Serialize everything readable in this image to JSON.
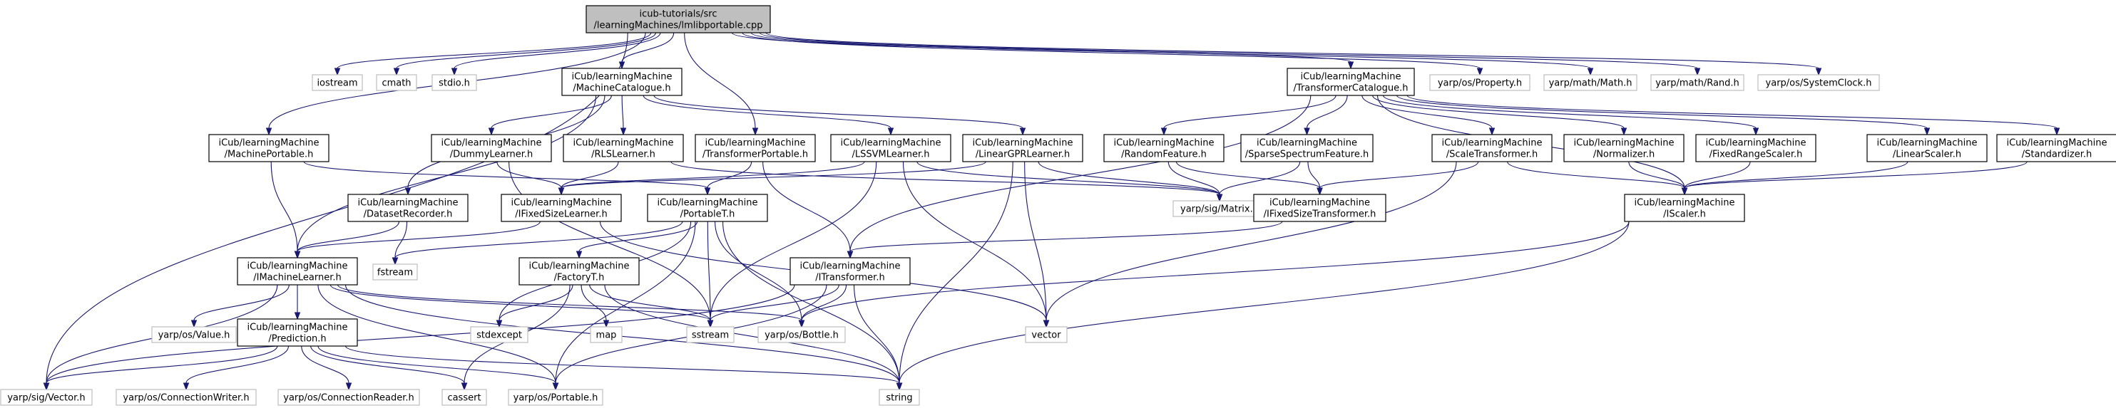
{
  "graph": {
    "nodes": [
      {
        "id": "root",
        "lines": [
          "icub-tutorials/src",
          "/learningMachines/lmlibportable.cpp"
        ],
        "kind": "root"
      },
      {
        "id": "iostream",
        "lines": [
          "iostream"
        ],
        "kind": "system"
      },
      {
        "id": "cmath",
        "lines": [
          "cmath"
        ],
        "kind": "system"
      },
      {
        "id": "stdioh",
        "lines": [
          "stdio.h"
        ],
        "kind": "system"
      },
      {
        "id": "machinecatalogue",
        "lines": [
          "iCub/learningMachine",
          "/MachineCatalogue.h"
        ],
        "kind": "local"
      },
      {
        "id": "transformercatalogue",
        "lines": [
          "iCub/learningMachine",
          "/TransformerCatalogue.h"
        ],
        "kind": "local"
      },
      {
        "id": "property",
        "lines": [
          "yarp/os/Property.h"
        ],
        "kind": "system"
      },
      {
        "id": "mathh",
        "lines": [
          "yarp/math/Math.h"
        ],
        "kind": "system"
      },
      {
        "id": "randh",
        "lines": [
          "yarp/math/Rand.h"
        ],
        "kind": "system"
      },
      {
        "id": "systemclock",
        "lines": [
          "yarp/os/SystemClock.h"
        ],
        "kind": "system"
      },
      {
        "id": "machineportable",
        "lines": [
          "iCub/learningMachine",
          "/MachinePortable.h"
        ],
        "kind": "local"
      },
      {
        "id": "dummylearner",
        "lines": [
          "iCub/learningMachine",
          "/DummyLearner.h"
        ],
        "kind": "local"
      },
      {
        "id": "rlslearner",
        "lines": [
          "iCub/learningMachine",
          "/RLSLearner.h"
        ],
        "kind": "local"
      },
      {
        "id": "transformerportable",
        "lines": [
          "iCub/learningMachine",
          "/TransformerPortable.h"
        ],
        "kind": "local"
      },
      {
        "id": "lssvmlearner",
        "lines": [
          "iCub/learningMachine",
          "/LSSVMLearner.h"
        ],
        "kind": "local"
      },
      {
        "id": "lineargprlearner",
        "lines": [
          "iCub/learningMachine",
          "/LinearGPRLearner.h"
        ],
        "kind": "local"
      },
      {
        "id": "randomfeature",
        "lines": [
          "iCub/learningMachine",
          "/RandomFeature.h"
        ],
        "kind": "local"
      },
      {
        "id": "sparsespectrum",
        "lines": [
          "iCub/learningMachine",
          "/SparseSpectrumFeature.h"
        ],
        "kind": "local"
      },
      {
        "id": "scaletransformer",
        "lines": [
          "iCub/learningMachine",
          "/ScaleTransformer.h"
        ],
        "kind": "local"
      },
      {
        "id": "normalizer",
        "lines": [
          "iCub/learningMachine",
          "/Normalizer.h"
        ],
        "kind": "local"
      },
      {
        "id": "fixedrangescaler",
        "lines": [
          "iCub/learningMachine",
          "/FixedRangeScaler.h"
        ],
        "kind": "local"
      },
      {
        "id": "linearscaler",
        "lines": [
          "iCub/learningMachine",
          "/LinearScaler.h"
        ],
        "kind": "local"
      },
      {
        "id": "standardizer",
        "lines": [
          "iCub/learningMachine",
          "/Standardizer.h"
        ],
        "kind": "local"
      },
      {
        "id": "datasetrecorder",
        "lines": [
          "iCub/learningMachine",
          "/DatasetRecorder.h"
        ],
        "kind": "local"
      },
      {
        "id": "ifixedsizelearner",
        "lines": [
          "iCub/learningMachine",
          "/IFixedSizeLearner.h"
        ],
        "kind": "local"
      },
      {
        "id": "portablet",
        "lines": [
          "iCub/learningMachine",
          "/PortableT.h"
        ],
        "kind": "local"
      },
      {
        "id": "matrixh",
        "lines": [
          "yarp/sig/Matrix.h"
        ],
        "kind": "system"
      },
      {
        "id": "ifixedsizetransformer",
        "lines": [
          "iCub/learningMachine",
          "/IFixedSizeTransformer.h"
        ],
        "kind": "local"
      },
      {
        "id": "iscaler",
        "lines": [
          "iCub/learningMachine",
          "/IScaler.h"
        ],
        "kind": "local"
      },
      {
        "id": "fstream",
        "lines": [
          "fstream"
        ],
        "kind": "system"
      },
      {
        "id": "imachinelearner",
        "lines": [
          "iCub/learningMachine",
          "/IMachineLearner.h"
        ],
        "kind": "local"
      },
      {
        "id": "factoryt",
        "lines": [
          "iCub/learningMachine",
          "/FactoryT.h"
        ],
        "kind": "local"
      },
      {
        "id": "itransformer",
        "lines": [
          "iCub/learningMachine",
          "/ITransformer.h"
        ],
        "kind": "local"
      },
      {
        "id": "valueh",
        "lines": [
          "yarp/os/Value.h"
        ],
        "kind": "system"
      },
      {
        "id": "stdexcept",
        "lines": [
          "stdexcept"
        ],
        "kind": "system"
      },
      {
        "id": "map",
        "lines": [
          "map"
        ],
        "kind": "system"
      },
      {
        "id": "sstream",
        "lines": [
          "sstream"
        ],
        "kind": "system"
      },
      {
        "id": "bottleh",
        "lines": [
          "yarp/os/Bottle.h"
        ],
        "kind": "system"
      },
      {
        "id": "vector",
        "lines": [
          "vector"
        ],
        "kind": "system"
      },
      {
        "id": "prediction",
        "lines": [
          "iCub/learningMachine",
          "/Prediction.h"
        ],
        "kind": "local"
      },
      {
        "id": "vectorh",
        "lines": [
          "yarp/sig/Vector.h"
        ],
        "kind": "system"
      },
      {
        "id": "connectionwriter",
        "lines": [
          "yarp/os/ConnectionWriter.h"
        ],
        "kind": "system"
      },
      {
        "id": "connectionreader",
        "lines": [
          "yarp/os/ConnectionReader.h"
        ],
        "kind": "system"
      },
      {
        "id": "cassert",
        "lines": [
          "cassert"
        ],
        "kind": "system"
      },
      {
        "id": "portableh",
        "lines": [
          "yarp/os/Portable.h"
        ],
        "kind": "system"
      },
      {
        "id": "string",
        "lines": [
          "string"
        ],
        "kind": "system"
      }
    ],
    "edges": [
      [
        "root",
        "iostream"
      ],
      [
        "root",
        "cmath"
      ],
      [
        "root",
        "stdioh"
      ],
      [
        "root",
        "machinecatalogue"
      ],
      [
        "root",
        "transformercatalogue"
      ],
      [
        "root",
        "property"
      ],
      [
        "root",
        "mathh"
      ],
      [
        "root",
        "randh"
      ],
      [
        "root",
        "systemclock"
      ],
      [
        "root",
        "machineportable"
      ],
      [
        "root",
        "transformerportable"
      ],
      [
        "root",
        "vectorh"
      ],
      [
        "machinecatalogue",
        "dummylearner"
      ],
      [
        "machinecatalogue",
        "rlslearner"
      ],
      [
        "machinecatalogue",
        "lssvmlearner"
      ],
      [
        "machinecatalogue",
        "lineargprlearner"
      ],
      [
        "machinecatalogue",
        "datasetrecorder"
      ],
      [
        "machinecatalogue",
        "imachinelearner"
      ],
      [
        "transformercatalogue",
        "randomfeature"
      ],
      [
        "transformercatalogue",
        "sparsespectrum"
      ],
      [
        "transformercatalogue",
        "scaletransformer"
      ],
      [
        "transformercatalogue",
        "normalizer"
      ],
      [
        "transformercatalogue",
        "fixedrangescaler"
      ],
      [
        "transformercatalogue",
        "linearscaler"
      ],
      [
        "transformercatalogue",
        "standardizer"
      ],
      [
        "transformercatalogue",
        "iscaler"
      ],
      [
        "transformercatalogue",
        "itransformer"
      ],
      [
        "machineportable",
        "imachinelearner"
      ],
      [
        "machineportable",
        "portablet"
      ],
      [
        "dummylearner",
        "ifixedsizelearner"
      ],
      [
        "dummylearner",
        "sstream"
      ],
      [
        "rlslearner",
        "ifixedsizelearner"
      ],
      [
        "rlslearner",
        "matrixh"
      ],
      [
        "transformerportable",
        "portablet"
      ],
      [
        "transformerportable",
        "itransformer"
      ],
      [
        "lssvmlearner",
        "ifixedsizelearner"
      ],
      [
        "lssvmlearner",
        "vector"
      ],
      [
        "lssvmlearner",
        "matrixh"
      ],
      [
        "lssvmlearner",
        "sstream"
      ],
      [
        "lineargprlearner",
        "ifixedsizelearner"
      ],
      [
        "lineargprlearner",
        "matrixh"
      ],
      [
        "lineargprlearner",
        "vector"
      ],
      [
        "lineargprlearner",
        "string"
      ],
      [
        "randomfeature",
        "ifixedsizetransformer"
      ],
      [
        "randomfeature",
        "matrixh"
      ],
      [
        "sparsespectrum",
        "ifixedsizetransformer"
      ],
      [
        "sparsespectrum",
        "matrixh"
      ],
      [
        "scaletransformer",
        "ifixedsizetransformer"
      ],
      [
        "scaletransformer",
        "iscaler"
      ],
      [
        "scaletransformer",
        "vector"
      ],
      [
        "normalizer",
        "iscaler"
      ],
      [
        "fixedrangescaler",
        "iscaler"
      ],
      [
        "linearscaler",
        "iscaler"
      ],
      [
        "standardizer",
        "iscaler"
      ],
      [
        "datasetrecorder",
        "imachinelearner"
      ],
      [
        "datasetrecorder",
        "fstream"
      ],
      [
        "ifixedsizelearner",
        "imachinelearner"
      ],
      [
        "ifixedsizelearner",
        "vector"
      ],
      [
        "portablet",
        "factoryt"
      ],
      [
        "portablet",
        "fstream"
      ],
      [
        "portablet",
        "sstream"
      ],
      [
        "portablet",
        "bottleh"
      ],
      [
        "portablet",
        "portableh"
      ],
      [
        "portablet",
        "stdexcept"
      ],
      [
        "portablet",
        "string"
      ],
      [
        "ifixedsizetransformer",
        "itransformer"
      ],
      [
        "iscaler",
        "bottleh"
      ],
      [
        "iscaler",
        "string"
      ],
      [
        "imachinelearner",
        "valueh"
      ],
      [
        "imachinelearner",
        "prediction"
      ],
      [
        "imachinelearner",
        "vectorh"
      ],
      [
        "imachinelearner",
        "portableh"
      ],
      [
        "imachinelearner",
        "bottleh"
      ],
      [
        "imachinelearner",
        "sstream"
      ],
      [
        "imachinelearner",
        "string"
      ],
      [
        "factoryt",
        "stdexcept"
      ],
      [
        "factoryt",
        "map"
      ],
      [
        "factoryt",
        "sstream"
      ],
      [
        "factoryt",
        "string"
      ],
      [
        "factoryt",
        "cassert"
      ],
      [
        "itransformer",
        "vectorh"
      ],
      [
        "itransformer",
        "portableh"
      ],
      [
        "itransformer",
        "bottleh"
      ],
      [
        "itransformer",
        "string"
      ],
      [
        "itransformer",
        "sstream"
      ],
      [
        "prediction",
        "vectorh"
      ],
      [
        "prediction",
        "connectionwriter"
      ],
      [
        "prediction",
        "connectionreader"
      ],
      [
        "prediction",
        "cassert"
      ],
      [
        "prediction",
        "portableh"
      ],
      [
        "prediction",
        "string"
      ]
    ]
  }
}
